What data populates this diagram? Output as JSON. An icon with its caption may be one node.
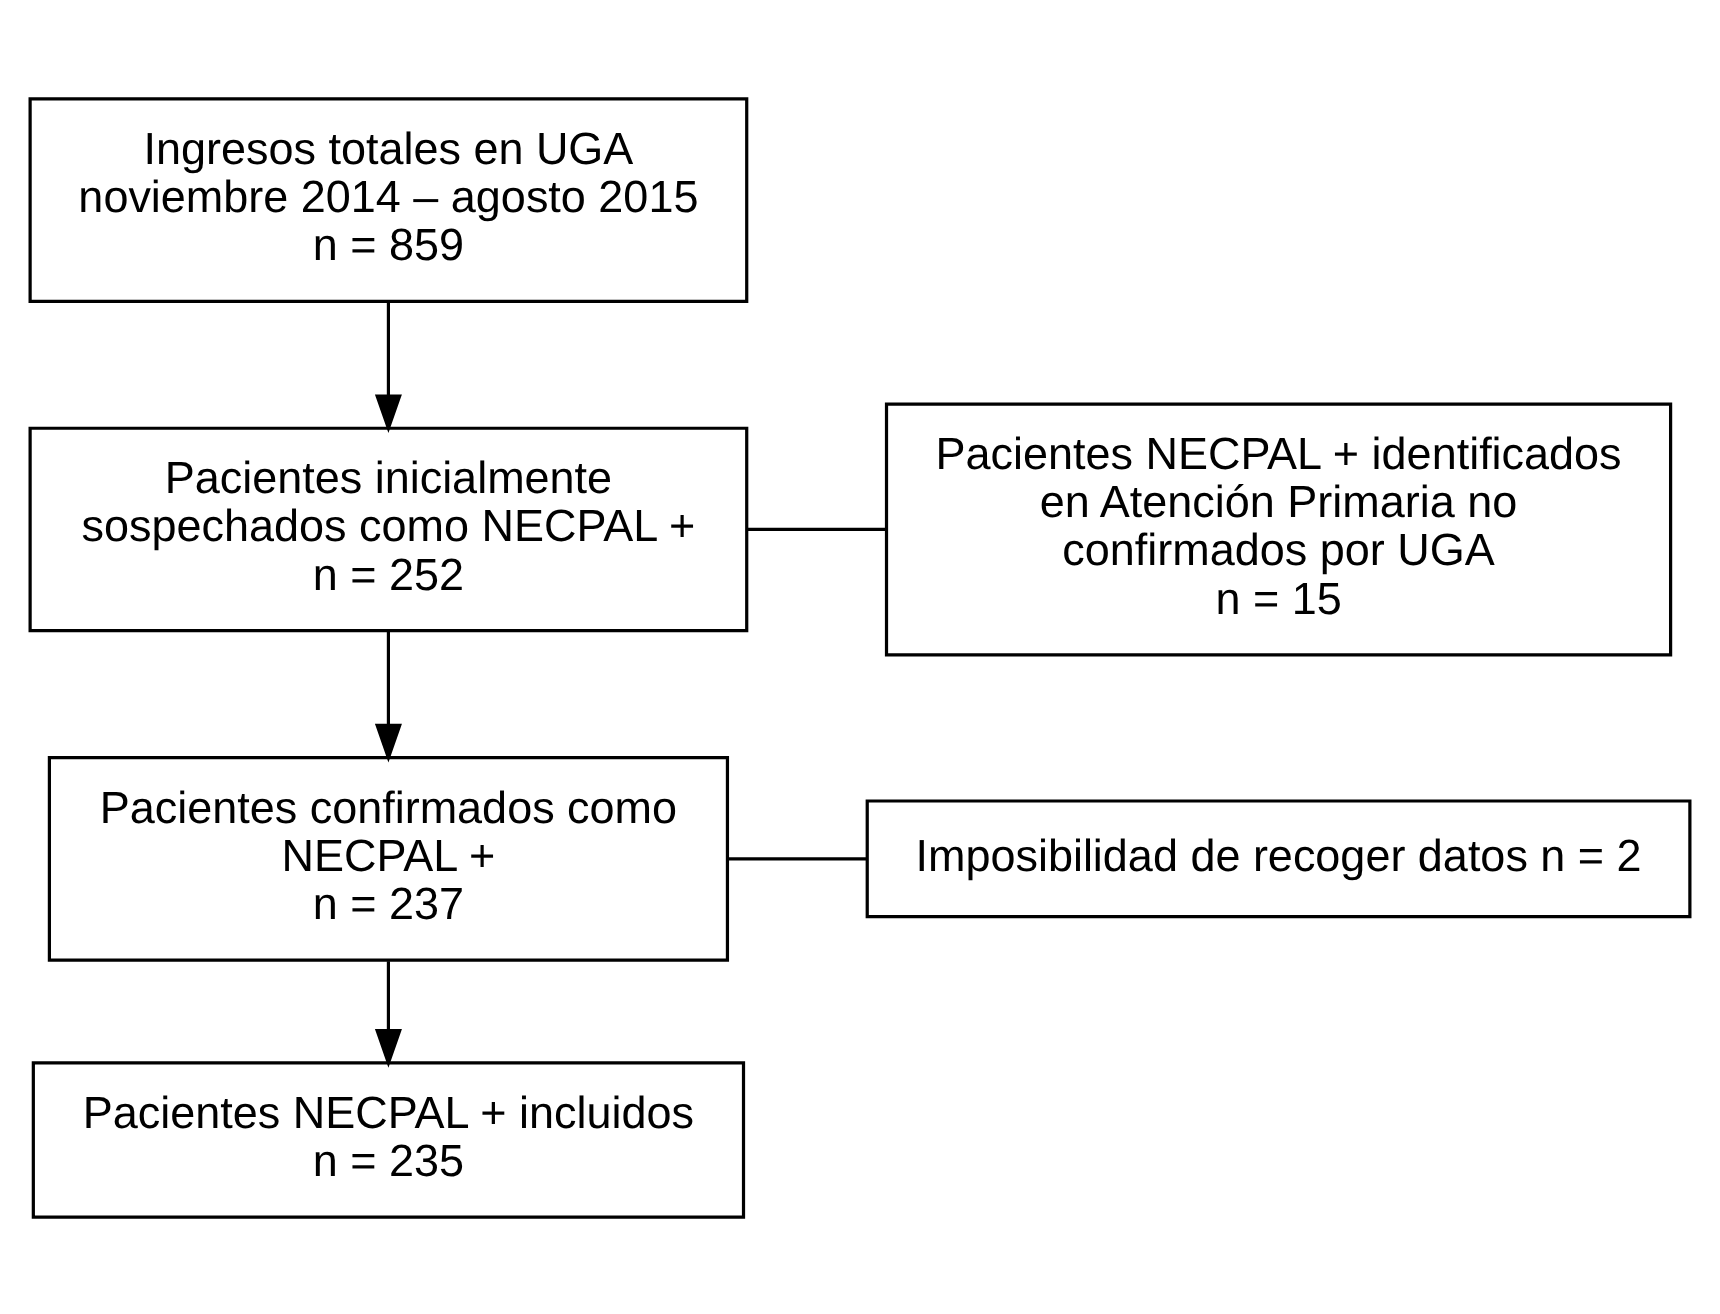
{
  "diagram": {
    "nodes": [
      {
        "text": [
          "Ingresos totales en UGA noviembre 2014 – agosto 2015",
          "n = 859"
        ]
      },
      {
        "text": [
          "Pacientes inicialmente sospechados como NECPAL +",
          "n = 252"
        ]
      },
      {
        "text": [
          "Pacientes NECPAL + identificados en Atención Primaria no confirmados por UGA",
          "n = 15"
        ]
      },
      {
        "text": [
          "Pacientes confirmados como NECPAL +",
          "n = 237"
        ]
      },
      {
        "text": [
          "Imposibilidad de recoger datos n = 2"
        ]
      },
      {
        "text": [
          "Pacientes NECPAL + incluidos",
          "n = 235"
        ]
      }
    ],
    "edges": [
      {
        "from": 0,
        "to": 1,
        "arrow": "to"
      },
      {
        "from": 1,
        "to": 3,
        "arrow": "to"
      },
      {
        "from": 1,
        "to": 2,
        "arrow": "none"
      },
      {
        "from": 3,
        "to": 5,
        "arrow": "to"
      },
      {
        "from": 3,
        "to": 4,
        "arrow": "none"
      }
    ]
  }
}
